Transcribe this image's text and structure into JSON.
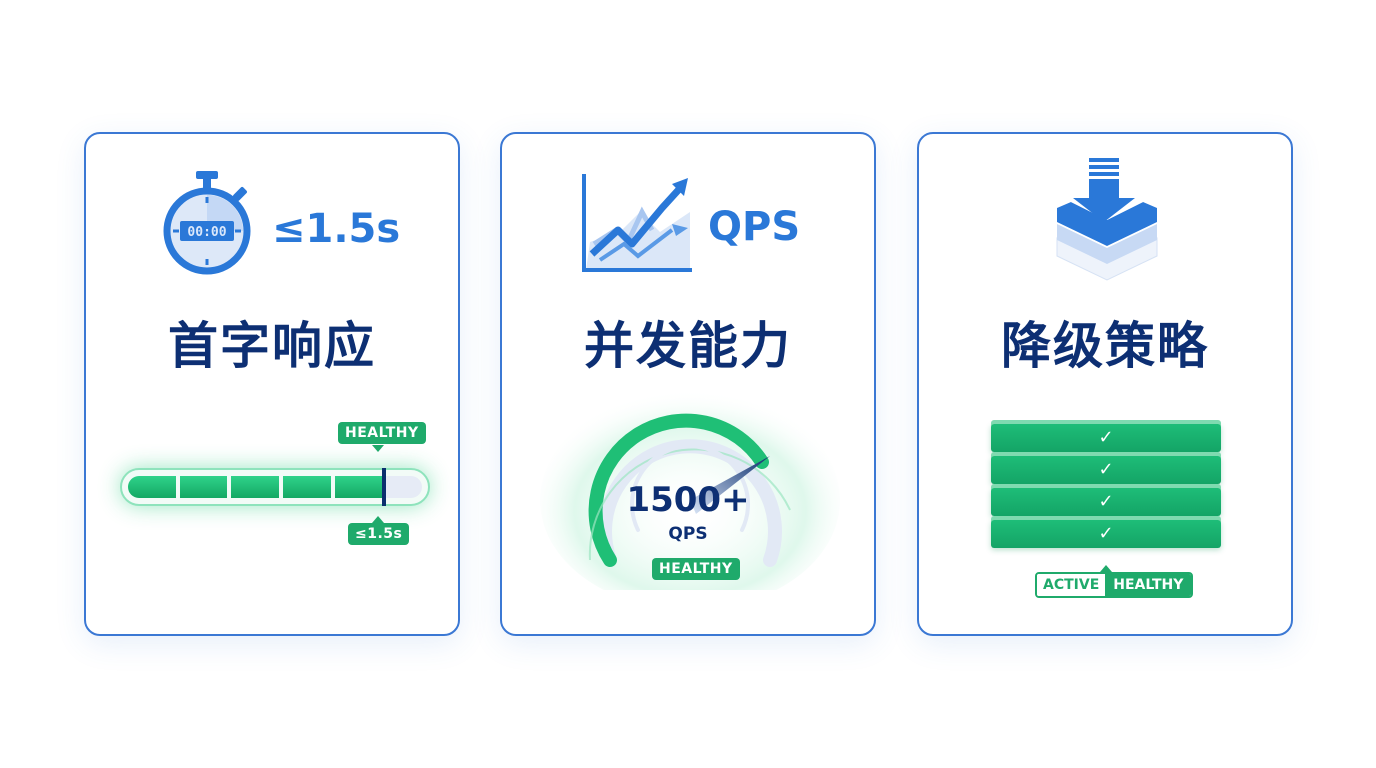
{
  "colors": {
    "border_blue": "#3b78d4",
    "title_navy": "#0d2f73",
    "accent_blue": "#2a78d8",
    "healthy_green": "#1faa6b",
    "track_light": "#e6ebf6"
  },
  "cards": [
    {
      "icon": "stopwatch-icon",
      "stopwatch_display": "00:00",
      "metric": "≤1.5s",
      "title": "首字响应",
      "progress": {
        "segments_filled": 5,
        "status_badge": "HEALTHY",
        "threshold_label": "≤1.5s"
      }
    },
    {
      "icon": "growth-chart-icon",
      "metric": "QPS",
      "title": "并发能力",
      "gauge": {
        "value": "1500+",
        "unit": "QPS",
        "status_badge": "HEALTHY"
      }
    },
    {
      "icon": "download-layers-icon",
      "title": "降级策略",
      "stack": {
        "layers": [
          "✓",
          "✓",
          "✓",
          "✓"
        ],
        "status_left": "ACTIVE",
        "status_right": "HEALTHY"
      }
    }
  ]
}
